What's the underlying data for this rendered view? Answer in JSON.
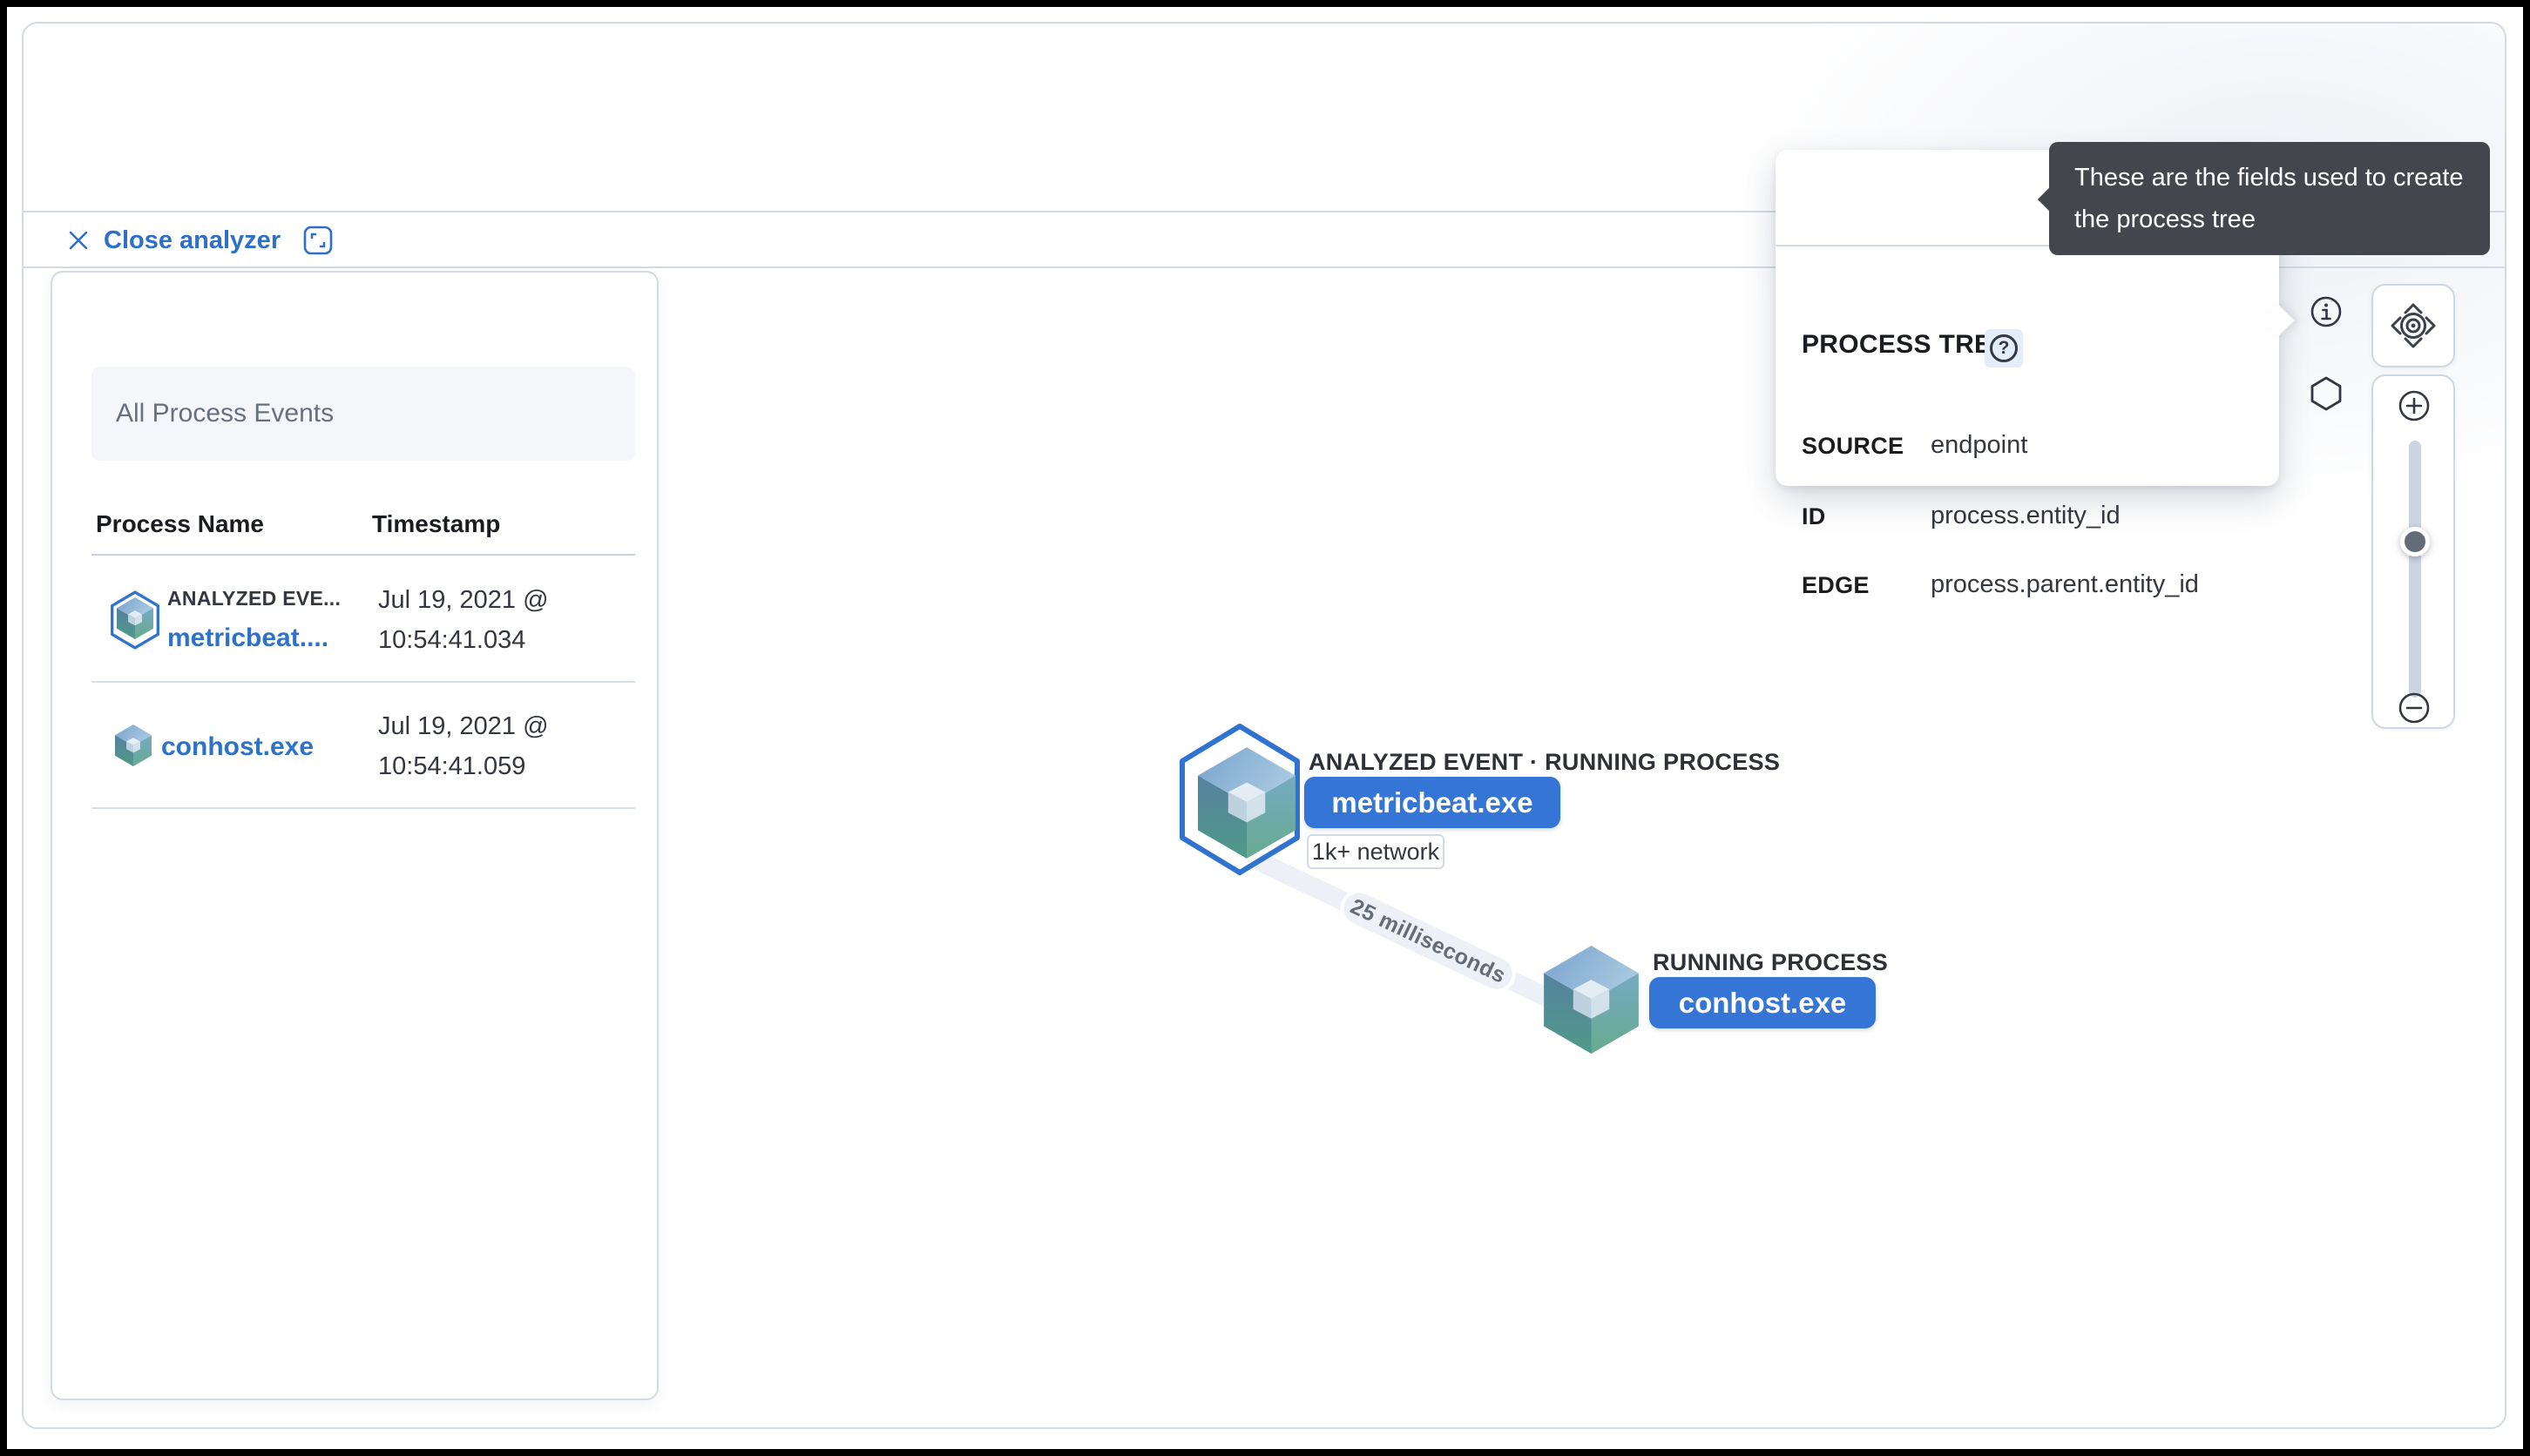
{
  "window": {
    "close_label": "Close analyzer"
  },
  "events_panel": {
    "title": "All Process Events",
    "columns": {
      "name": "Process Name",
      "timestamp": "Timestamp"
    },
    "rows": [
      {
        "badge": "ANALYZED EVE...",
        "name": "metricbeat....",
        "ts_date": "Jul 19, 2021 @",
        "ts_time": "10:54:41.034"
      },
      {
        "name": "conhost.exe",
        "ts_date": "Jul 19, 2021 @",
        "ts_time": "10:54:41.059"
      }
    ]
  },
  "graph": {
    "edge_label": "25 milliseconds",
    "nodes": {
      "metricbeat": {
        "kicker": "ANALYZED EVENT · RUNNING PROCESS",
        "name": "metricbeat.exe",
        "pill": "1k+ network"
      },
      "conhost": {
        "kicker": "RUNNING PROCESS",
        "name": "conhost.exe"
      }
    }
  },
  "popover": {
    "title": "PROCESS TREE",
    "help_glyph": "?",
    "rows": [
      {
        "label": "SOURCE",
        "value": "endpoint"
      },
      {
        "label": "ID",
        "value": "process.entity_id"
      },
      {
        "label": "EDGE",
        "value": "process.parent.entity_id"
      }
    ]
  },
  "tooltip": {
    "line1": "These are the fields used to create",
    "line2": "the process tree"
  },
  "colors": {
    "primary_button": "#3575d6",
    "link": "#2e72c8",
    "selection_ring": "#2f72d2",
    "border": "#d3dae6",
    "tooltip_bg": "#43464d"
  }
}
